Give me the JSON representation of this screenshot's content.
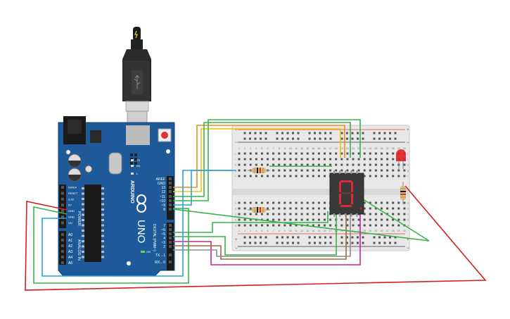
{
  "board": {
    "brand": "ARDUINO",
    "model": "UNO",
    "power_pins": [
      "IOREF",
      "RESET",
      "3.3V",
      "5V",
      "GND",
      "GND",
      "Vin"
    ],
    "power_header": "POWER",
    "analog_pins": [
      "A0",
      "A1",
      "A2",
      "A3",
      "A4",
      "A5"
    ],
    "analog_header": "ANALOG IN",
    "digital_pins": [
      "AREF",
      "GND",
      "13",
      "12",
      "~11",
      "~10",
      "~9",
      "8",
      "7",
      "~6",
      "~5",
      "4",
      "~3",
      "2",
      "TX→1",
      "RX←0"
    ],
    "digital_header": "DIGITAL (PWM~)",
    "led_labels": [
      "TX",
      "RX"
    ],
    "on_label": "ON",
    "l_label": "L"
  },
  "breadboard": {
    "column_numbers": [
      "1",
      "2",
      "3",
      "4",
      "5",
      "6",
      "7",
      "8",
      "9",
      "10",
      "11",
      "12",
      "13",
      "14",
      "15",
      "16",
      "17",
      "18",
      "19",
      "20",
      "21",
      "22",
      "23",
      "24",
      "25",
      "26",
      "27",
      "28",
      "29",
      "30"
    ],
    "row_letters_top": [
      "j",
      "i",
      "h",
      "g",
      "f"
    ],
    "row_letters_bottom": [
      "e",
      "d",
      "c",
      "b",
      "a"
    ],
    "rail_plus": "+",
    "rail_minus": "−"
  },
  "components": {
    "seven_segment_digit": "0",
    "led_color": "#e02020",
    "resistor_bands": [
      "#c8a060",
      "#000000",
      "#c03020",
      "#d4a030"
    ]
  },
  "wire_colors": {
    "orange": "#f08c1c",
    "yellow": "#f2c400",
    "green": "#36b34a",
    "blue": "#2aa0d8",
    "red": "#d42020",
    "magenta": "#c2288e",
    "brown": "#9a6a3a",
    "gray": "#8c8c8c",
    "black": "#222222"
  }
}
